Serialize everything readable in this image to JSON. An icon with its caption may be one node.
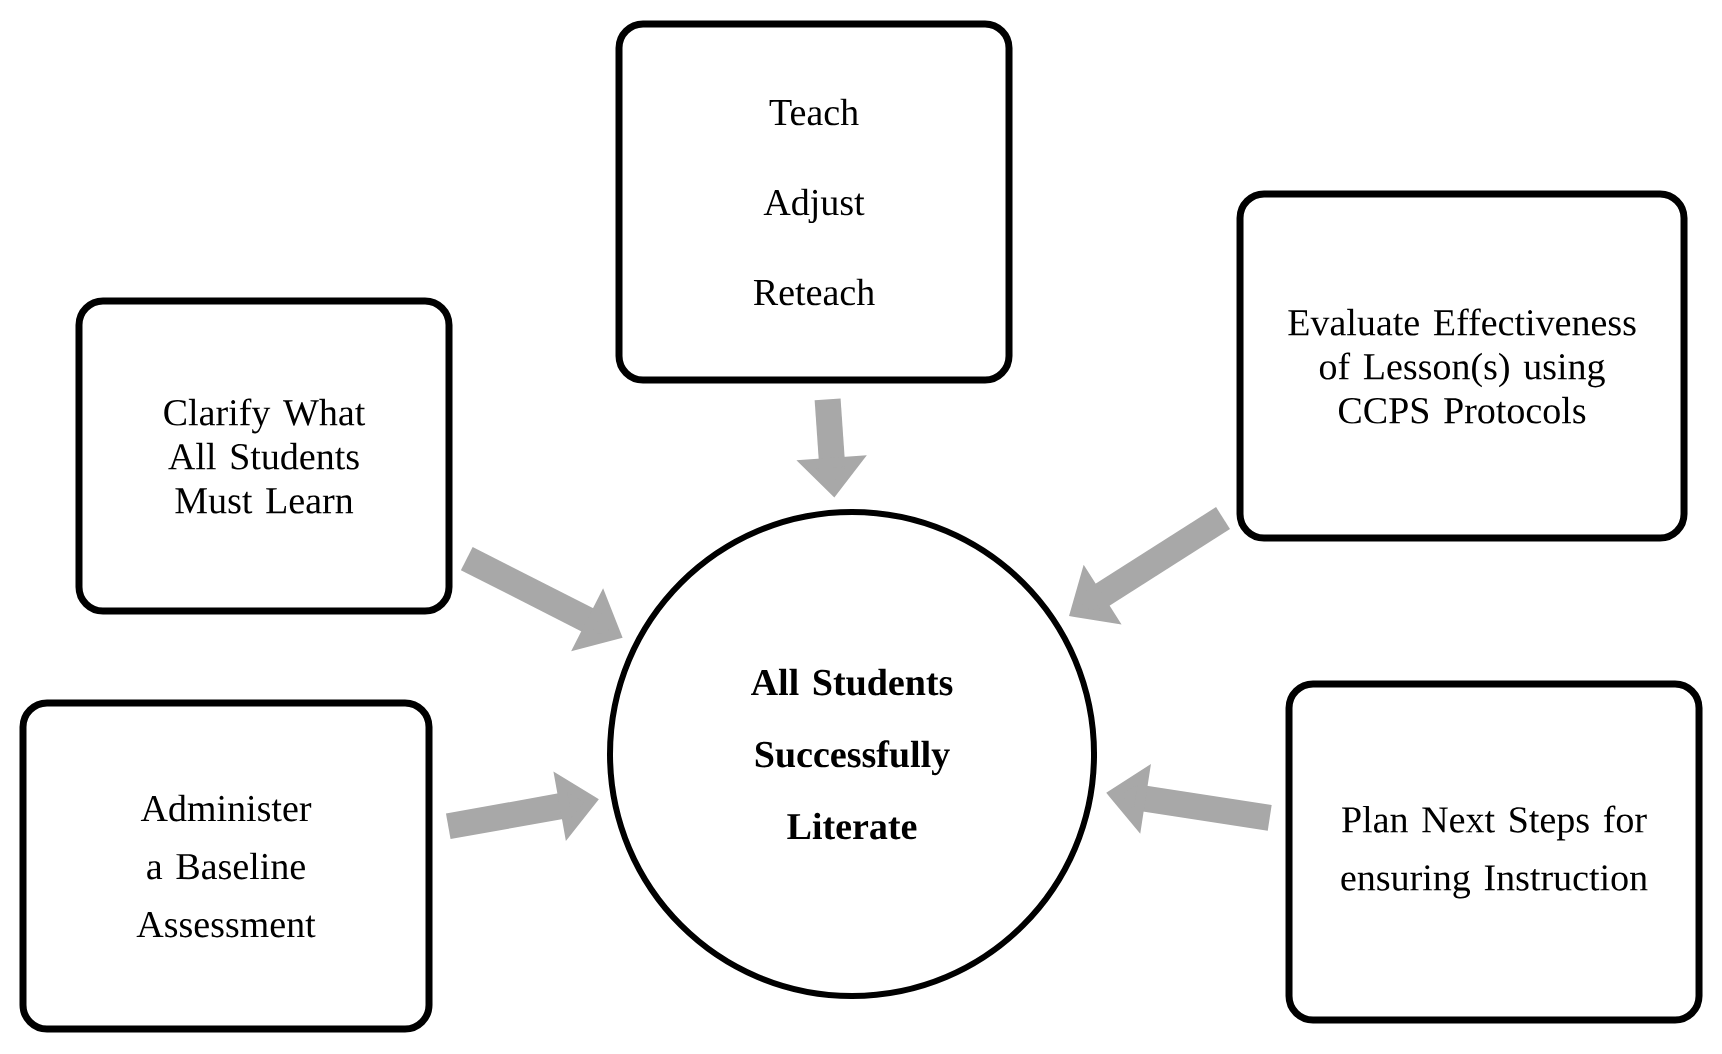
{
  "diagram": {
    "nodes": [
      {
        "text": [
          "Teach Adjust Reteach"
        ]
      },
      {
        "text": [
          "Evaluate Effectiveness of Lesson(s) using CCPS Protocols"
        ]
      },
      {
        "text": [
          "Clarify What All Students Must Learn"
        ]
      },
      {
        "text": [
          "Administer a Baseline Assessment"
        ]
      },
      {
        "text": [
          "All Students Successfully Literate"
        ]
      },
      {
        "text": [
          "Plan Next Steps for ensuring Instruction"
        ]
      }
    ],
    "edges": [
      {
        "from": 0,
        "to": 4,
        "arrow": "to"
      },
      {
        "from": 1,
        "to": 4,
        "arrow": "to"
      },
      {
        "from": 2,
        "to": 4,
        "arrow": "to"
      },
      {
        "from": 3,
        "to": 4,
        "arrow": "to"
      },
      {
        "from": 5,
        "to": 4,
        "arrow": "to"
      }
    ]
  }
}
